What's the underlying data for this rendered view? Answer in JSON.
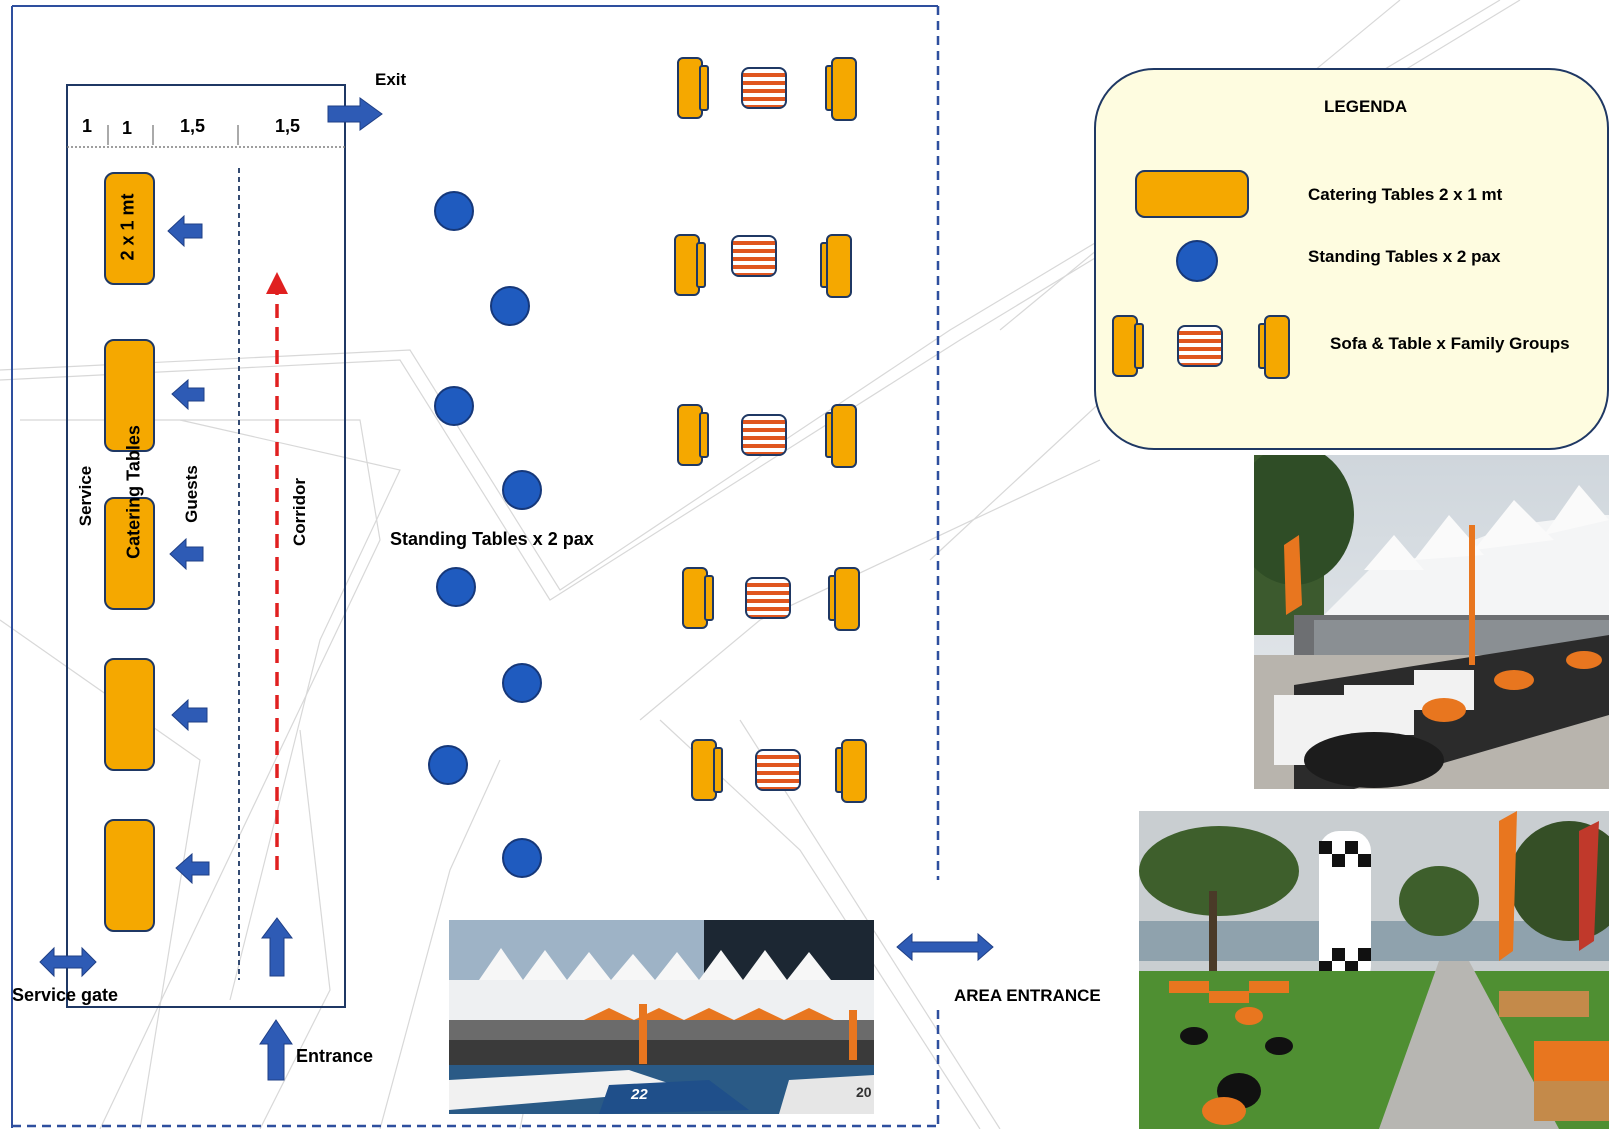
{
  "plan": {
    "exit": "Exit",
    "dimensions": [
      "1",
      "1",
      "1,5",
      "1,5"
    ],
    "table_size": "2 x 1 mt",
    "service": "Service",
    "catering_tables": "Catering Tables",
    "guests": "Guests",
    "corridor": "Corridor",
    "standing_tables": "Standing Tables x 2 pax",
    "service_gate": "Service gate",
    "entrance": "Entrance",
    "area_entrance": "AREA ENTRANCE"
  },
  "legend": {
    "title": "LEGENDA",
    "items": [
      "Catering Tables 2 x 1 mt",
      "Standing Tables x 2 pax",
      "Sofa & Table x Family Groups"
    ]
  },
  "photos": {
    "top_right": {
      "number": ""
    },
    "bottom_center": {
      "boat_number": "22",
      "boat_number_2": "20"
    }
  },
  "colors": {
    "catering_table": "#F5A800",
    "standing_table": "#1F5BBF",
    "arrow": "#2E5BB5",
    "corridor_arrow": "#E02020",
    "legend_bg": "#FEFCE0",
    "stripe": "#E0561F"
  }
}
